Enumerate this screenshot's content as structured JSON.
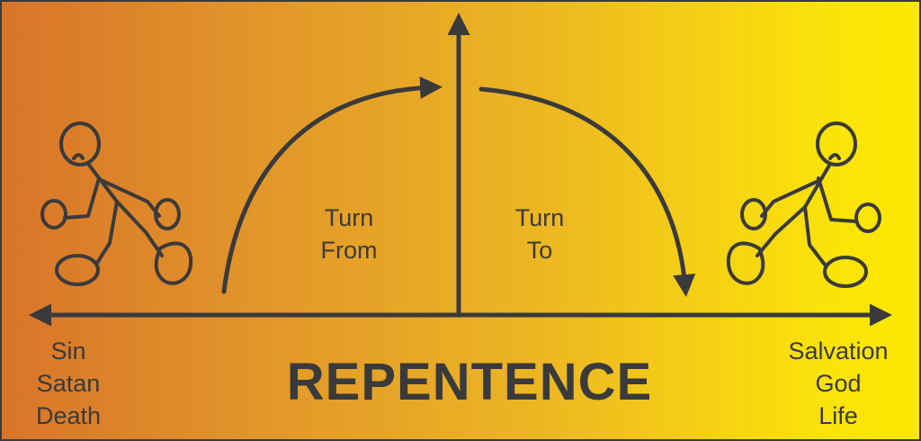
{
  "title": "REPENTENCE",
  "left_labels": [
    "Sin",
    "Satan",
    "Death"
  ],
  "right_labels": [
    "Salvation",
    "God",
    "Life"
  ],
  "arc_left": {
    "line1": "Turn",
    "line2": "From"
  },
  "arc_right": {
    "line1": "Turn",
    "line2": "To"
  },
  "colors": {
    "stroke": "#3a3a3a",
    "gradient_start": "#d8742a",
    "gradient_end": "#fde800"
  }
}
